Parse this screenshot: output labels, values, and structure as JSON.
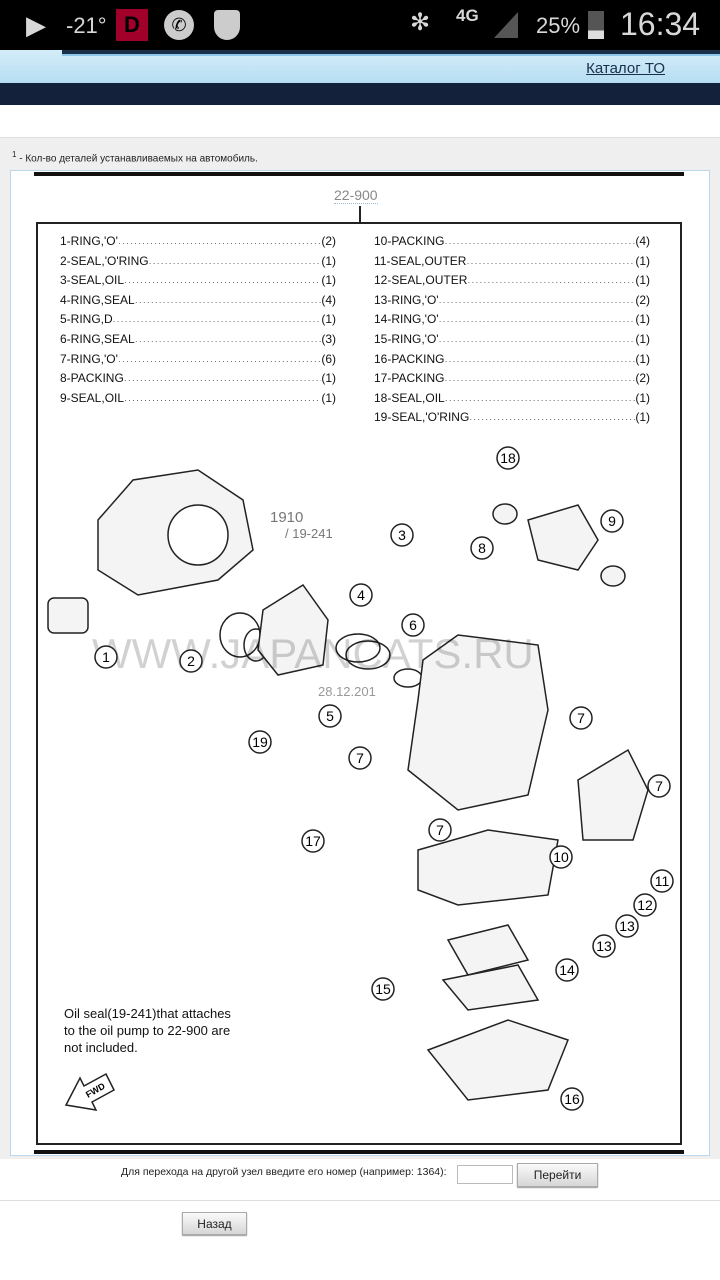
{
  "status_bar": {
    "temperature": "-21°",
    "battery": "25%",
    "time": "16:34",
    "network": "4G",
    "icons": [
      "play-icon",
      "d-app-icon",
      "phone-icon",
      "antivirus-icon",
      "bluetooth-icon",
      "signal-icon",
      "battery-icon"
    ]
  },
  "header": {
    "catalog_link": "Каталог ТО"
  },
  "footnote": {
    "mark": "1",
    "text": " - Кол-во деталей устанавливаемых на автомобиль."
  },
  "diagram": {
    "part_number": "22-900",
    "parts_left": [
      {
        "name": "1-RING,'O'",
        "qty": "(2)"
      },
      {
        "name": "2-SEAL,'O'RING",
        "qty": "(1)"
      },
      {
        "name": "3-SEAL,OIL",
        "qty": "(1)"
      },
      {
        "name": "4-RING,SEAL",
        "qty": "(4)"
      },
      {
        "name": "5-RING,D",
        "qty": "(1)"
      },
      {
        "name": "6-RING,SEAL",
        "qty": "(3)"
      },
      {
        "name": "7-RING,'O'",
        "qty": "(6)"
      },
      {
        "name": "8-PACKING",
        "qty": "(1)"
      },
      {
        "name": "9-SEAL,OIL",
        "qty": "(1)"
      }
    ],
    "parts_right": [
      {
        "name": "10-PACKING",
        "qty": "(4)"
      },
      {
        "name": "11-SEAL,OUTER",
        "qty": "(1)"
      },
      {
        "name": "12-SEAL,OUTER",
        "qty": "(1)"
      },
      {
        "name": "13-RING,'O'",
        "qty": "(2)"
      },
      {
        "name": "14-RING,'O'",
        "qty": "(1)"
      },
      {
        "name": "15-RING,'O'",
        "qty": "(1)"
      },
      {
        "name": "16-PACKING",
        "qty": "(1)"
      },
      {
        "name": "17-PACKING",
        "qty": "(2)"
      },
      {
        "name": "18-SEAL,OIL",
        "qty": "(1)"
      },
      {
        "name": "19-SEAL,'O'RING",
        "qty": "(1)"
      }
    ],
    "callouts": [
      "18",
      "3",
      "8",
      "9",
      "4",
      "6",
      "1",
      "2",
      "5",
      "7",
      "19",
      "7",
      "7",
      "17",
      "7",
      "10",
      "11",
      "12",
      "13",
      "13",
      "14",
      "15",
      "16"
    ],
    "ref_main": "1910",
    "ref_sub": "/ 19-241",
    "watermark": "WWW.JAPANCATS.RU",
    "watermark_date": "28.12.201",
    "note_lines": [
      "Oil seal(19-241)that attaches",
      "to the oil pump to 22-900 are",
      "not included."
    ],
    "fwd_label": "FWD"
  },
  "navigation": {
    "goto_label": "Для перехода на другой узел введите его номер (например: 1364):",
    "goto_value": "",
    "goto_button": "Перейти",
    "back_button": "Назад"
  }
}
